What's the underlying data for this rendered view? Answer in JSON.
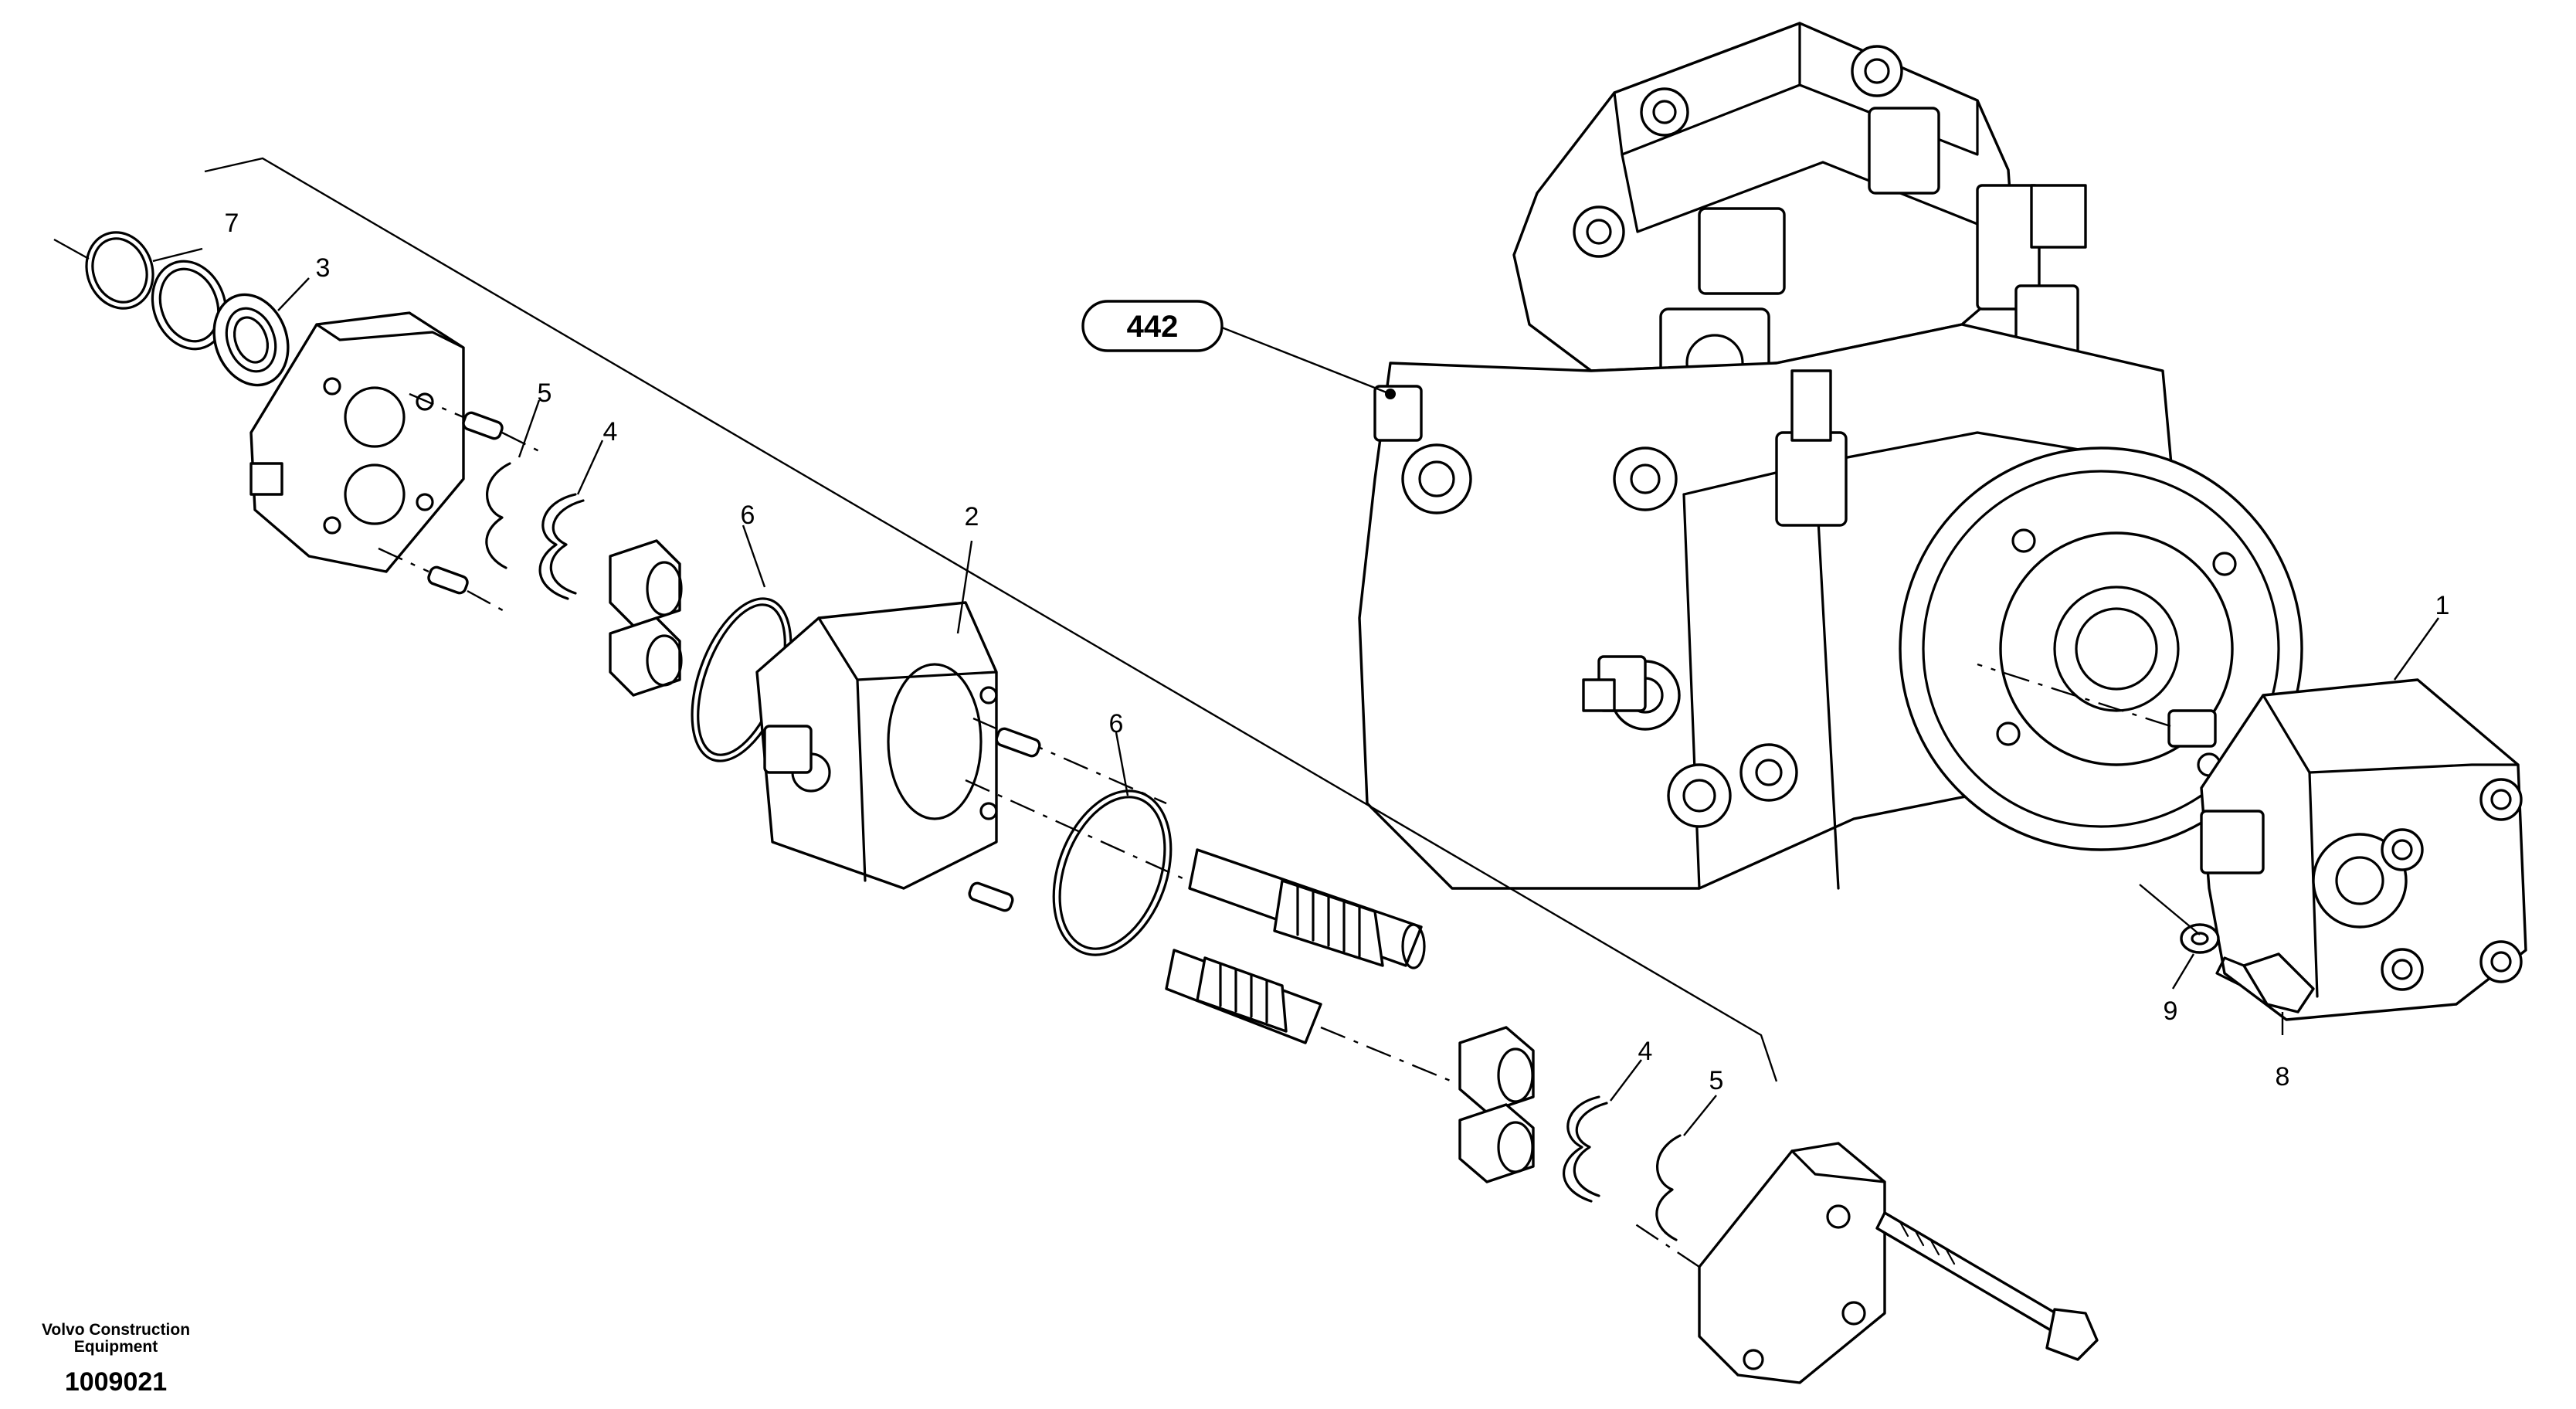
{
  "callouts": {
    "c1": "1",
    "c2": "2",
    "c3": "3",
    "c4a": "4",
    "c4b": "4",
    "c5a": "5",
    "c5b": "5",
    "c6a": "6",
    "c6b": "6",
    "c7": "7",
    "c8": "8",
    "c9": "9"
  },
  "reference_tag": "442",
  "footer": {
    "brand_line1": "Volvo Construction",
    "brand_line2": "Equipment",
    "drawing_number": "1009021"
  }
}
